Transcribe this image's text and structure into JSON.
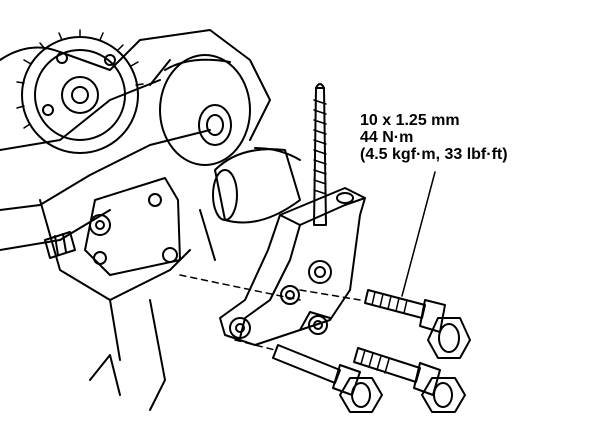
{
  "callout": {
    "size": "10 x 1.25 mm",
    "torque_metric": "44 N·m",
    "torque_alt": "(4.5 kgf·m, 33 lbf·ft)"
  },
  "colors": {
    "line": "#000000",
    "paper": "#ffffff"
  },
  "parts": [
    "cam-sprocket",
    "engine-block",
    "pulley",
    "idler-roller",
    "bracket",
    "stud",
    "bolt-short",
    "bolt-long",
    "bolt-lower"
  ]
}
